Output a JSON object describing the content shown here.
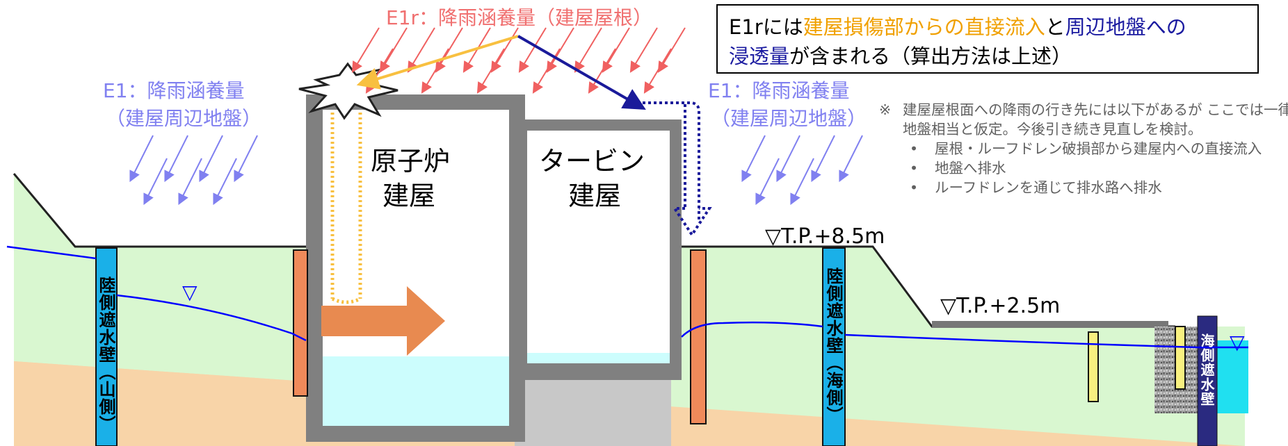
{
  "labels": {
    "e1r_title": "E1r：降雨涵養量（建屋屋根）",
    "e1_left_line1": "E1：降雨涵養量",
    "e1_left_line2": "（建屋周辺地盤）",
    "e1_right_line1": "E1：降雨涵養量",
    "e1_right_line2": "（建屋周辺地盤）",
    "reactor_line1": "原子炉",
    "reactor_line2": "建屋",
    "turbine_line1": "タービン",
    "turbine_line2": "建屋",
    "tp_high": "▽T.P.+8.5m",
    "tp_low": "▽T.P.+2.5m",
    "wall_mountain": "陸側遮水壁（山側）",
    "wall_sea": "陸側遮水壁（海側）",
    "wall_seaside": "海側遮水壁",
    "water_mark_left": "▽",
    "water_mark_right": "▽"
  },
  "note_box": {
    "part1": "E1rには",
    "part2": "建屋損傷部からの直接流入",
    "part3": "と",
    "part4": "周辺地盤への",
    "part5": "浸透量",
    "part6": "が含まれる（算出方法は上述）"
  },
  "notes": {
    "mark": "※",
    "intro": "建屋屋根面への降雨の行き先には以下があるが ここでは一律地盤相当と仮定。今後引き続き見直しを検討。",
    "items": [
      "屋根・ルーフドレン破損部から建屋内への直接流入",
      "地盤へ排水",
      "ルーフドレンを通じて排水路へ排水"
    ]
  },
  "colors": {
    "ground_green": "#d9f7d0",
    "soil_beige": "#f8d4a8",
    "building_gray": "#808080",
    "water_cyan": "#ccfdfd",
    "wall_blue": "#1ab0e8",
    "pile_orange": "#f08a5a",
    "arrow_orange": "#e88a50",
    "rain_red": "#f06060",
    "rain_purple": "#8080f0",
    "water_line_blue": "#0000ff",
    "navy": "#1a1a9a",
    "e1r_text": "#f07070",
    "e1_text": "#8080f0",
    "yellow_arrow": "#f8c040",
    "sea_wall": "#2a2a80"
  }
}
